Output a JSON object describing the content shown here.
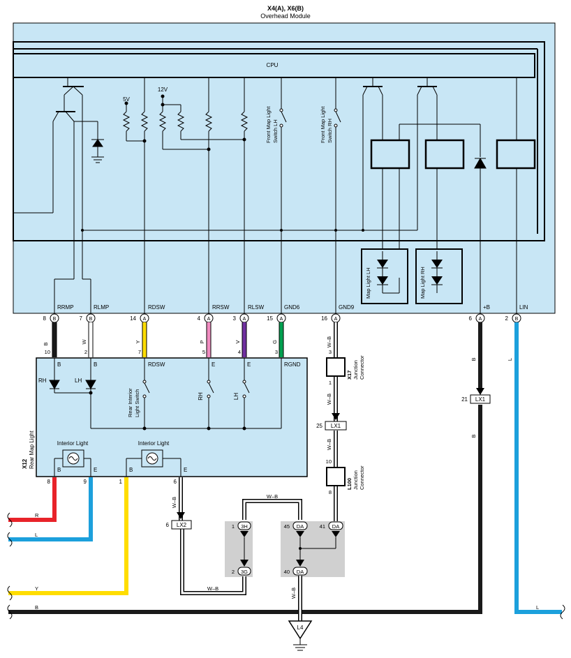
{
  "module": {
    "id": "X4(A), X6(B)",
    "name": "Overhead Module",
    "cpu_label": "CPU",
    "v5": "5V",
    "v12": "12V",
    "switch_lh": [
      "Front Map Light",
      "Switch LH"
    ],
    "switch_rh": [
      "Front Map Light",
      "Switch RH"
    ],
    "map_light_lh": "Map Light LH",
    "map_light_rh": "Map Light RH"
  },
  "module_pins": [
    {
      "num": "8",
      "conn": "B",
      "label": "RRMP"
    },
    {
      "num": "7",
      "conn": "B",
      "label": "RLMP"
    },
    {
      "num": "14",
      "conn": "A",
      "label": "RDSW"
    },
    {
      "num": "4",
      "conn": "A",
      "label": "RRSW"
    },
    {
      "num": "3",
      "conn": "A",
      "label": "RLSW"
    },
    {
      "num": "15",
      "conn": "A",
      "label": "GND6"
    },
    {
      "num": "16",
      "conn": "A",
      "label": "GND9"
    },
    {
      "num": "6",
      "conn": "A",
      "label": "+B"
    },
    {
      "num": "2",
      "conn": "B",
      "label": "LIN"
    }
  ],
  "wires": [
    {
      "color_code": "B",
      "pin": "10",
      "hex": "#1a1a1a"
    },
    {
      "color_code": "W",
      "pin": "2",
      "hex": "#ffffff"
    },
    {
      "color_code": "Y",
      "pin": "7",
      "hex": "#ffdd00"
    },
    {
      "color_code": "P",
      "pin": "5",
      "hex": "#f08cc0"
    },
    {
      "color_code": "V",
      "pin": "4",
      "hex": "#7030a0"
    },
    {
      "color_code": "G",
      "pin": "3",
      "hex": "#00a050"
    },
    {
      "color_code": "W–B",
      "pin": "3",
      "hex": "#ffffff"
    }
  ],
  "rear_map_light": {
    "id": "X12",
    "name": "Rear Map Light",
    "terms": [
      "B",
      "B",
      "RDSW",
      "E",
      "E",
      "RGND"
    ],
    "rh": "RH",
    "lh": "LH",
    "switch_label": [
      "Rear Interior",
      "Light Switch"
    ],
    "sw_rh": "RH",
    "sw_lh": "LH",
    "interior_light": "Interior Light",
    "bottom_terms": [
      "B",
      "E",
      "B",
      "E"
    ],
    "bottom_pins": [
      "8",
      "9",
      "1",
      "6"
    ]
  },
  "junction_x17": {
    "id": "X17",
    "label": [
      "Junction",
      "Connector"
    ],
    "pin_top": "3",
    "pin_bottom": "1"
  },
  "junction_l100": {
    "id": "L100",
    "label": [
      "Junction",
      "Connector"
    ],
    "pin_top": "10",
    "pin_bottom": "8"
  },
  "splices": {
    "lx1_left": {
      "label": "LX1",
      "pin": "25"
    },
    "lx1_right": {
      "label": "LX1",
      "pin": "21"
    },
    "lx2": {
      "label": "LX2",
      "pin": "6"
    }
  },
  "connectors": [
    {
      "num": "1",
      "label": "3H"
    },
    {
      "num": "2",
      "label": "3G"
    },
    {
      "num": "45",
      "label": "DA"
    },
    {
      "num": "41",
      "label": "DA"
    },
    {
      "num": "40",
      "label": "DA"
    }
  ],
  "ground": {
    "label": "L4"
  },
  "wire_labels": {
    "wb": "W–B",
    "r": "R",
    "l": "L",
    "y": "Y",
    "b": "B"
  },
  "colors": {
    "module_fill": "#c8e6f5",
    "shade": "#d0d0d0",
    "red": "#e8232a",
    "blue": "#1ca0dc",
    "yellow": "#ffdd00",
    "black": "#1a1a1a",
    "pink": "#f08cc0",
    "violet": "#7030a0",
    "green": "#00a050"
  }
}
